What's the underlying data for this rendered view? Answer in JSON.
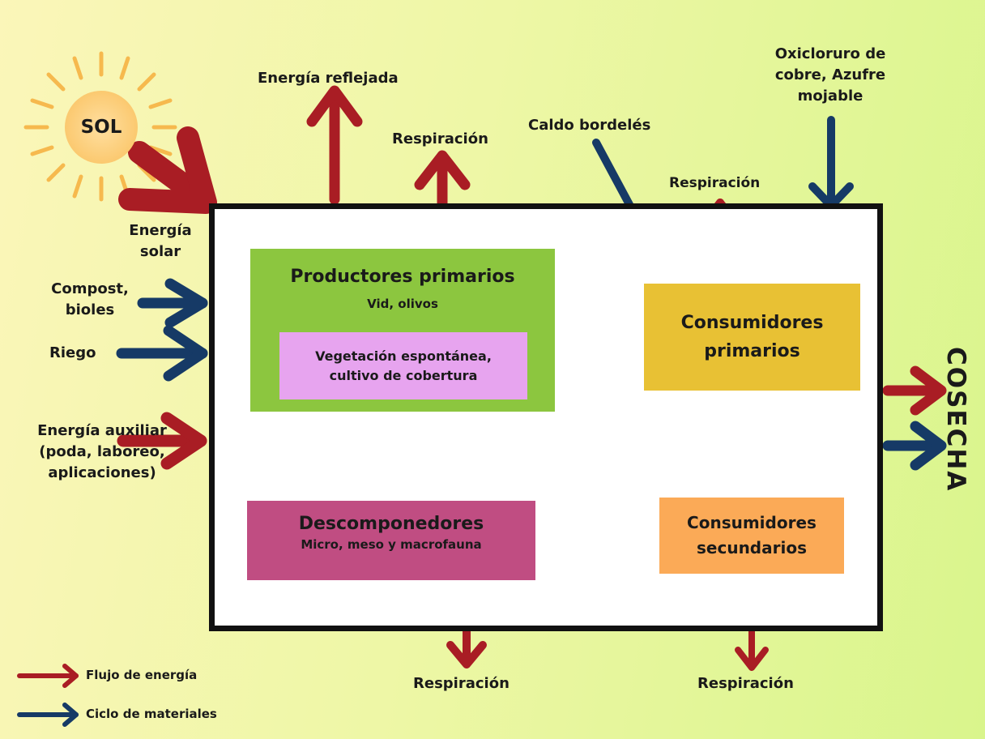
{
  "sun": {
    "label": "SOL"
  },
  "outside": {
    "energia_reflejada": "Energía reflejada",
    "respiracion_top": "Respiración",
    "caldo_bordeles": "Caldo bordelés",
    "oxicloruro": "Oxicloruro de cobre, Azufre mojable",
    "respiracion_consumidores": "Respiración",
    "energia_solar": "Energía solar",
    "compost": "Compost, bioles",
    "riego": "Riego",
    "energia_auxiliar": "Energía auxiliar (poda, laboreo, aplicaciones)",
    "cosecha": "COSECHA",
    "respiracion_bottom_left": "Respiración",
    "respiracion_bottom_right": "Respiración"
  },
  "boxes": {
    "productores": {
      "title": "Productores primarios",
      "subtitle": "Vid, olivos",
      "color": "#8cc63f"
    },
    "vegetacion": {
      "text": "Vegetación espontánea, cultivo de cobertura",
      "color": "#e7a4ef"
    },
    "consumidores_primarios": {
      "title": "Consumidores primarios",
      "color": "#e8c134"
    },
    "descomponedores": {
      "title": "Descomponedores",
      "subtitle": "Micro, meso y macrofauna",
      "color": "#c04d82"
    },
    "consumidores_secundarios": {
      "title": "Consumidores secundarios",
      "color": "#fbaa57"
    }
  },
  "legend": {
    "energy": {
      "label": "Flujo de energía",
      "color": "#a91d24"
    },
    "materials": {
      "label": "Ciclo de materiales",
      "color": "#163a66"
    }
  }
}
